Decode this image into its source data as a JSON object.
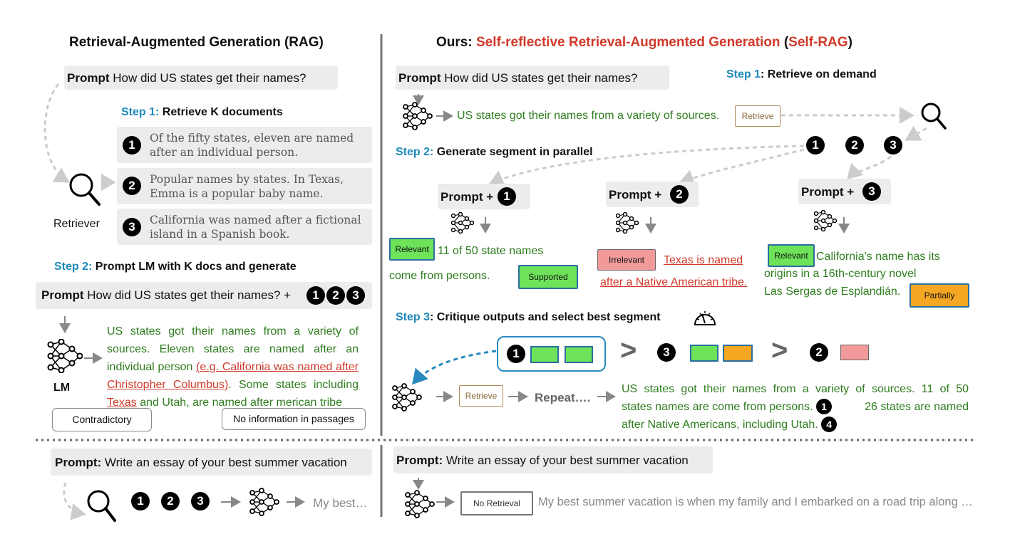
{
  "left": {
    "title": "Retrieval-Augmented Generation (RAG)",
    "prompt_label": "Prompt",
    "prompt_text": "How did US states get their names?",
    "step1_label": "Step 1:",
    "step1_text": "Retrieve K documents",
    "docs": [
      "Of the fifty states, eleven are named after an individual person.",
      "Popular names by states. In Texas, Emma is a popular baby name.",
      "California was named after a fictional island in a Spanish book."
    ],
    "retriever_label": "Retriever",
    "step2_label": "Step 2:",
    "step2_text": "Prompt LM with K docs and generate",
    "prompt2_text": "How did US states get their names? +",
    "lm_label": "LM",
    "gen_part1": "US states got their names from a variety of sources. Eleven states are named after an individual person",
    "gen_part2": "(e.g. California was named after Christopher Columbus)",
    "gen_part3": ". Some states including",
    "gen_texas": "Texas",
    "gen_part4": "and Utah, are named after",
    "gen_part5": "merican tribe",
    "callout_contradictory": "Contradictory",
    "callout_noinfo": "No information in passages"
  },
  "right": {
    "title_ours": "Ours:",
    "title_red": "Self-reflective Retrieval-Augmented Generation",
    "title_paren_open": "(",
    "title_selfrag": "Self-RAG",
    "title_paren_close": ")",
    "prompt_label": "Prompt",
    "prompt_text": "How did US states get their names?",
    "step1_label": "Step 1",
    "step1_text": ": Retrieve on demand",
    "gen_first": "US states got their names from a variety of sources.",
    "retrieve_tag": "Retrieve",
    "step2_label": "Step 2:",
    "step2_text": "Generate segment in parallel",
    "prompt_plus": "Prompt +",
    "seg1_relevant": "Relevant",
    "seg1_text_a": "11 of 50 state names",
    "seg1_text_b": "come from persons.",
    "seg1_supported": "Supported",
    "seg2_irrelevant": "Irrelevant",
    "seg2_text_a": "Texas is named",
    "seg2_text_b": "after a Native American tribe.",
    "seg3_relevant": "Relevant",
    "seg3_text_a": "California's name has its",
    "seg3_text_b": "origins in a 16th-century novel",
    "seg3_text_c": "Las Sergas de Esplandián.",
    "seg3_partially": "Partially",
    "step3_label": "Step 3",
    "step3_text": ": Critique outputs and select best segment",
    "gt": ">",
    "repeat_text": "Repeat….",
    "final_a": "US states got their names from a variety of sources. 11 of 50",
    "final_b": "states names are come from persons.",
    "final_c": "26 states are named",
    "final_d": "after Native Americans, including Utah."
  },
  "bottom": {
    "prompt_label": "Prompt:",
    "prompt_text": "Write an essay of your best summer vacation",
    "left_output": "My best…",
    "no_retrieval_tag": "No Retrieval",
    "right_output": "My best summer vacation is when my family and I embarked on a road trip along …"
  },
  "nums": [
    "1",
    "2",
    "3",
    "4"
  ],
  "colors": {
    "step_blue": "#1f8ab8",
    "red": "#d03a2a",
    "green": "#2e7d1e",
    "tag_green": "#6ee35a",
    "tag_red": "#f29a9a",
    "tag_orange": "#f5a623"
  }
}
